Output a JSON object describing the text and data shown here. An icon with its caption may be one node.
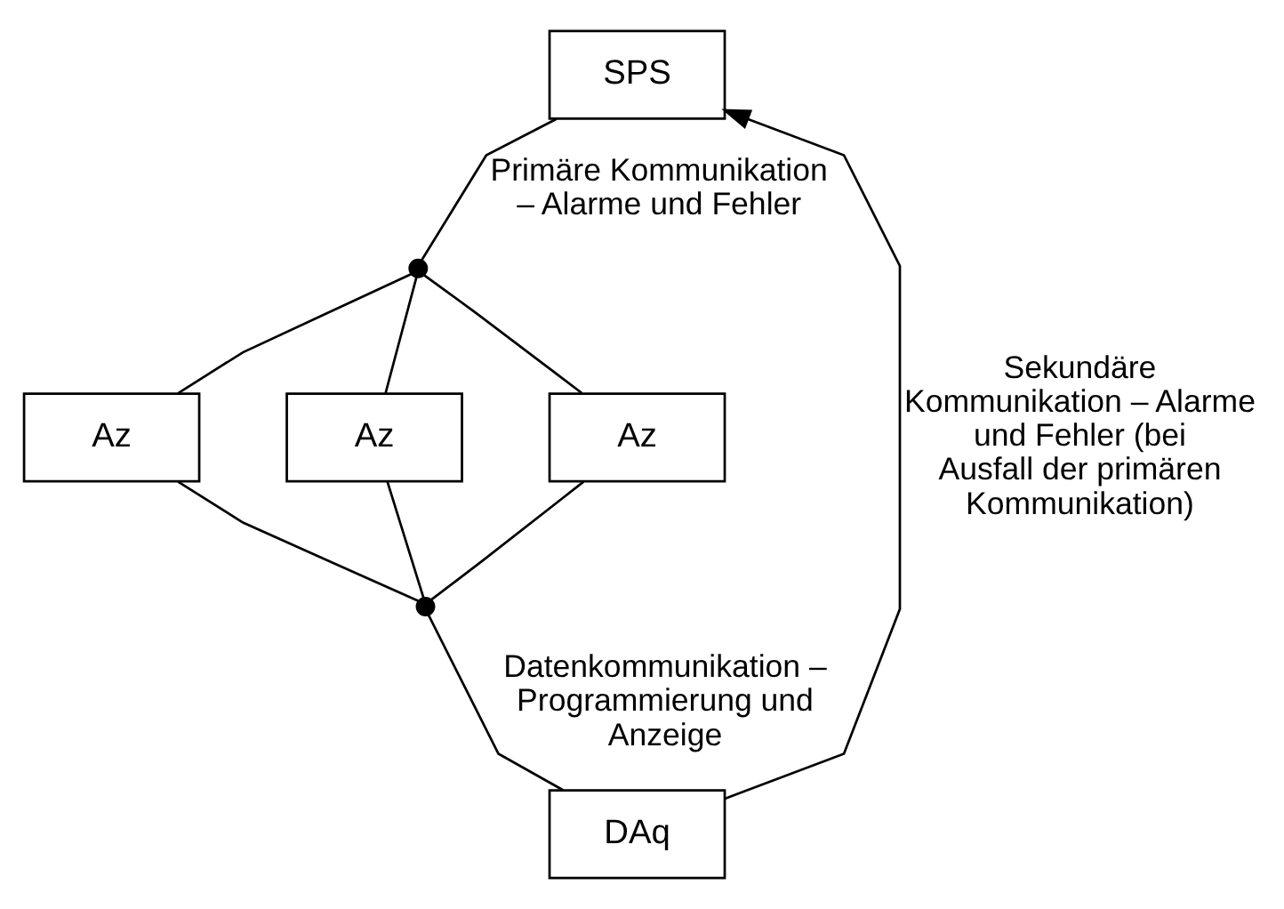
{
  "diagram": {
    "nodes": [
      {
        "text": [
          "SPS"
        ]
      },
      {
        "text": [],
        "shape": "circle"
      },
      {
        "text": [
          "Az"
        ]
      },
      {
        "text": [
          "Az"
        ]
      },
      {
        "text": [
          "Az"
        ]
      },
      {
        "text": [],
        "shape": "circle"
      },
      {
        "text": [
          "DAq"
        ]
      }
    ],
    "edges": [
      {
        "from": 0,
        "to": 1,
        "arrow": "none",
        "label": "Primäre Kommunikation – Alarme und Fehler"
      },
      {
        "from": 1,
        "to": 2,
        "arrow": "none"
      },
      {
        "from": 1,
        "to": 3,
        "arrow": "none"
      },
      {
        "from": 1,
        "to": 4,
        "arrow": "none"
      },
      {
        "from": 2,
        "to": 5,
        "arrow": "none"
      },
      {
        "from": 3,
        "to": 5,
        "arrow": "none"
      },
      {
        "from": 4,
        "to": 5,
        "arrow": "none"
      },
      {
        "from": 5,
        "to": 6,
        "arrow": "none",
        "label": "Datenkommunikation – Programmierung und Anzeige"
      },
      {
        "from": 6,
        "to": 0,
        "arrow": "to",
        "label": "Sekundäre Kommunikation – Alarme und Fehler (bei Ausfall der primären Kommunikation)"
      }
    ]
  }
}
